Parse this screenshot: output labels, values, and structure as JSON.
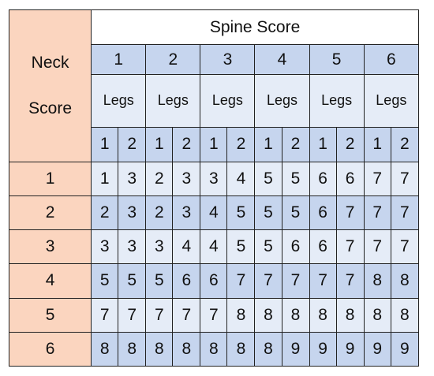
{
  "neck_header": [
    "Neck",
    "Score"
  ],
  "spine_title": "Spine Score",
  "spine_scores": [
    "1",
    "2",
    "3",
    "4",
    "5",
    "6"
  ],
  "legs_label": "Legs",
  "leg_scores": [
    "1",
    "2"
  ],
  "colors": {
    "neck_bg": "#fbd5bf",
    "dark_blue": "#c6d5ee",
    "light_blue": "#e5ecf7",
    "border": "#222222"
  },
  "rows": [
    {
      "neck": "1",
      "values": [
        "1",
        "3",
        "2",
        "3",
        "3",
        "4",
        "5",
        "5",
        "6",
        "6",
        "7",
        "7"
      ]
    },
    {
      "neck": "2",
      "values": [
        "2",
        "3",
        "2",
        "3",
        "4",
        "5",
        "5",
        "5",
        "6",
        "7",
        "7",
        "7"
      ]
    },
    {
      "neck": "3",
      "values": [
        "3",
        "3",
        "3",
        "4",
        "4",
        "5",
        "5",
        "6",
        "6",
        "7",
        "7",
        "7"
      ]
    },
    {
      "neck": "4",
      "values": [
        "5",
        "5",
        "5",
        "6",
        "6",
        "7",
        "7",
        "7",
        "7",
        "7",
        "8",
        "8"
      ]
    },
    {
      "neck": "5",
      "values": [
        "7",
        "7",
        "7",
        "7",
        "7",
        "8",
        "8",
        "8",
        "8",
        "8",
        "8",
        "8"
      ]
    },
    {
      "neck": "6",
      "values": [
        "8",
        "8",
        "8",
        "8",
        "8",
        "8",
        "8",
        "9",
        "9",
        "9",
        "9",
        "9"
      ]
    }
  ]
}
